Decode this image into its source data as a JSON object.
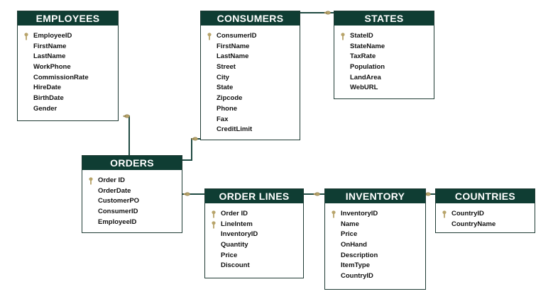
{
  "colors": {
    "header_bg": "#0f3d33",
    "header_text": "#ffffff",
    "connector": "#1f4a42",
    "key_icon": "#b8a46a"
  },
  "tables": {
    "employees": {
      "title": "EMPLOYEES",
      "fields": [
        {
          "name": "EmployeeID",
          "pk": true
        },
        {
          "name": "FirstName",
          "pk": false
        },
        {
          "name": "LastName",
          "pk": false
        },
        {
          "name": "WorkPhone",
          "pk": false
        },
        {
          "name": "CommissionRate",
          "pk": false
        },
        {
          "name": "HireDate",
          "pk": false
        },
        {
          "name": "BirthDate",
          "pk": false
        },
        {
          "name": "Gender",
          "pk": false
        }
      ]
    },
    "consumers": {
      "title": "CONSUMERS",
      "fields": [
        {
          "name": "ConsumerID",
          "pk": true
        },
        {
          "name": "FirstName",
          "pk": false
        },
        {
          "name": "LastName",
          "pk": false
        },
        {
          "name": "Street",
          "pk": false
        },
        {
          "name": "City",
          "pk": false
        },
        {
          "name": "State",
          "pk": false
        },
        {
          "name": "Zipcode",
          "pk": false
        },
        {
          "name": "Phone",
          "pk": false
        },
        {
          "name": "Fax",
          "pk": false
        },
        {
          "name": "CreditLimit",
          "pk": false
        }
      ]
    },
    "states": {
      "title": "STATES",
      "fields": [
        {
          "name": "StateID",
          "pk": true
        },
        {
          "name": "StateName",
          "pk": false
        },
        {
          "name": "TaxRate",
          "pk": false
        },
        {
          "name": "Population",
          "pk": false
        },
        {
          "name": "LandArea",
          "pk": false
        },
        {
          "name": "WebURL",
          "pk": false
        }
      ]
    },
    "orders": {
      "title": "ORDERS",
      "fields": [
        {
          "name": "Order ID",
          "pk": true
        },
        {
          "name": "OrderDate",
          "pk": false
        },
        {
          "name": "CustomerPO",
          "pk": false
        },
        {
          "name": "ConsumerID",
          "pk": false
        },
        {
          "name": "EmployeeID",
          "pk": false
        }
      ]
    },
    "order_lines": {
      "title": "ORDER LINES",
      "fields": [
        {
          "name": "Order ID",
          "pk": true
        },
        {
          "name": "LineIntem",
          "pk": true
        },
        {
          "name": "InventoryID",
          "pk": false
        },
        {
          "name": "Quantity",
          "pk": false
        },
        {
          "name": "Price",
          "pk": false
        },
        {
          "name": "Discount",
          "pk": false
        }
      ]
    },
    "inventory": {
      "title": "INVENTORY",
      "fields": [
        {
          "name": "InventoryID",
          "pk": true
        },
        {
          "name": "Name",
          "pk": false
        },
        {
          "name": "Price",
          "pk": false
        },
        {
          "name": "OnHand",
          "pk": false
        },
        {
          "name": "Description",
          "pk": false
        },
        {
          "name": "ItemType",
          "pk": false
        },
        {
          "name": "CountryID",
          "pk": false
        }
      ]
    },
    "countries": {
      "title": "COUNTRIES",
      "fields": [
        {
          "name": "CountryID",
          "pk": true
        },
        {
          "name": "CountryName",
          "pk": false
        }
      ]
    }
  }
}
